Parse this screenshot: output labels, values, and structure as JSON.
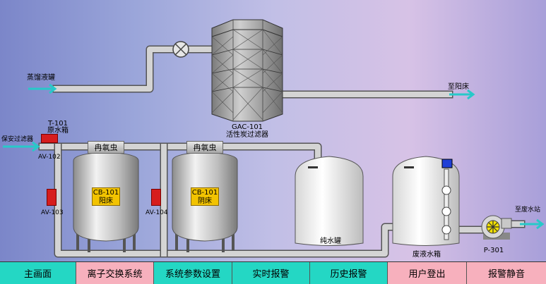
{
  "inlets": {
    "distillate": "蒸馏液罐",
    "security_filter": "保安过滤器"
  },
  "outlets": {
    "to_cation": "至阳床",
    "to_waste_station": "至废水站"
  },
  "carbon_filter": {
    "id": "GAC-101",
    "name": "活性炭过滤器"
  },
  "raw_tank": {
    "id": "T-101",
    "name": "原水箱"
  },
  "valves": {
    "av102": "AV-102",
    "av103": "AV-103",
    "av104": "AV-104"
  },
  "cation_bed": {
    "id": "CB-101",
    "name": "阳床",
    "header": "冉㲴虫"
  },
  "anion_bed": {
    "id": "CB-101",
    "name": "阴床",
    "header": "冉㲴虫"
  },
  "pure_tank": {
    "name": "纯水罐"
  },
  "waste_tank": {
    "name": "废液水箱"
  },
  "pump": {
    "id": "P-301"
  },
  "colors": {
    "pipe": "#c9c9c9",
    "arrow": "#27c9c9",
    "valve": "#d61d1d",
    "tag": "#f2c300"
  },
  "nav": [
    {
      "label": "主画面",
      "color": "#24d7c4"
    },
    {
      "label": "离子交换系统",
      "color": "#f7b0bd"
    },
    {
      "label": "系统参数设置",
      "color": "#24d7c4"
    },
    {
      "label": "实时报警",
      "color": "#24d7c4"
    },
    {
      "label": "历史报警",
      "color": "#24d7c4"
    },
    {
      "label": "用户登出",
      "color": "#f7b0bd"
    },
    {
      "label": "报警静音",
      "color": "#f7b0bd"
    }
  ]
}
